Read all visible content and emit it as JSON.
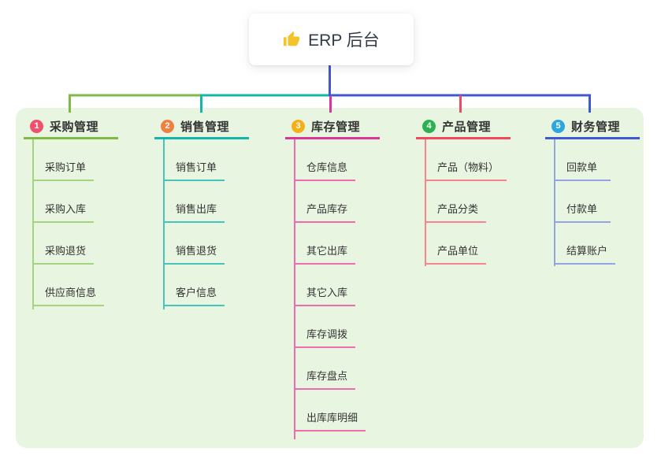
{
  "root": {
    "label": "ERP 后台",
    "icon": "thumbs-up",
    "icon_color": "#F6C22C"
  },
  "branches": [
    {
      "index": "1",
      "title": "采购管理",
      "badge_color": "#F0506C",
      "line_color": "#7EBB42",
      "child_line_color": "#A5D37E",
      "children": [
        "采购订单",
        "采购入库",
        "采购退货",
        "供应商信息"
      ]
    },
    {
      "index": "2",
      "title": "销售管理",
      "badge_color": "#F0803F",
      "line_color": "#15B5AC",
      "child_line_color": "#45C4BB",
      "children": [
        "销售订单",
        "销售出库",
        "销售退货",
        "客户信息"
      ]
    },
    {
      "index": "3",
      "title": "库存管理",
      "badge_color": "#F6AF15",
      "line_color": "#D83798",
      "child_line_color": "#EE6CAE",
      "children": [
        "仓库信息",
        "产品库存",
        "其它出库",
        "其它入库",
        "库存调拨",
        "库存盘点",
        "出库库明细"
      ]
    },
    {
      "index": "4",
      "title": "产品管理",
      "badge_color": "#2BB151",
      "line_color": "#F4485C",
      "child_line_color": "#F5868F",
      "children": [
        "产品（物料）",
        "产品分类",
        "产品单位"
      ]
    },
    {
      "index": "5",
      "title": "财务管理",
      "badge_color": "#2AA7DF",
      "line_color": "#3F58D4",
      "child_line_color": "#94A4E6",
      "children": [
        "回款单",
        "付款单",
        "结算账户"
      ]
    }
  ],
  "colors": {
    "page_background": "#FFFFFF",
    "canvas_background": "#E8F5E0",
    "trunk": "#4156D6",
    "root_text": "#333B48",
    "node_text": "#333333"
  }
}
